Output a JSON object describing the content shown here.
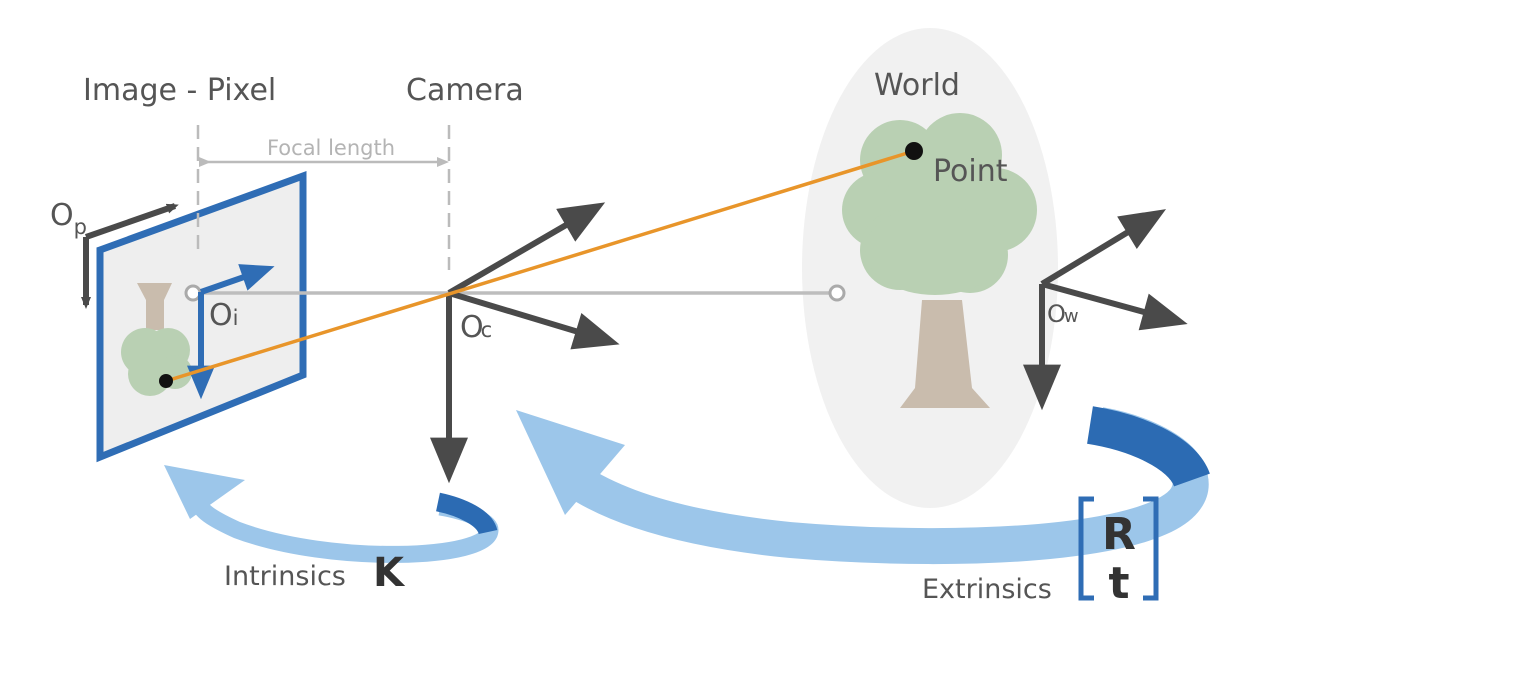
{
  "labels": {
    "image_pixel": "Image - Pixel",
    "camera": "Camera",
    "world": "World",
    "focal_length": "Focal length",
    "point": "Point",
    "origin_pixel": "O",
    "origin_pixel_sub": "p",
    "origin_image": "O",
    "origin_image_sub": "i",
    "origin_camera": "O",
    "origin_camera_sub": "c",
    "origin_world": "O",
    "origin_world_sub": "w",
    "intrinsics": "Intrinsics",
    "intrinsics_symbol": "K",
    "extrinsics": "Extrinsics",
    "extrinsics_R": "R",
    "extrinsics_t": "t"
  },
  "colors": {
    "image_plane_border": "#2f6db5",
    "image_plane_fill": "#eeeeee",
    "axis_arrow": "#4a4a4a",
    "projection_ray": "#e8952a",
    "optical_axis": "#bdbdbd",
    "guide_lines": "#bbbbbb",
    "world_ellipse": "#f1f1f1",
    "tree_foliage": "#b9d0b3",
    "tree_trunk": "#c9bcad",
    "transform_arc_light": "#9cc6ea",
    "transform_arc_dark": "#2c6bb3",
    "point_dot": "#111111"
  }
}
